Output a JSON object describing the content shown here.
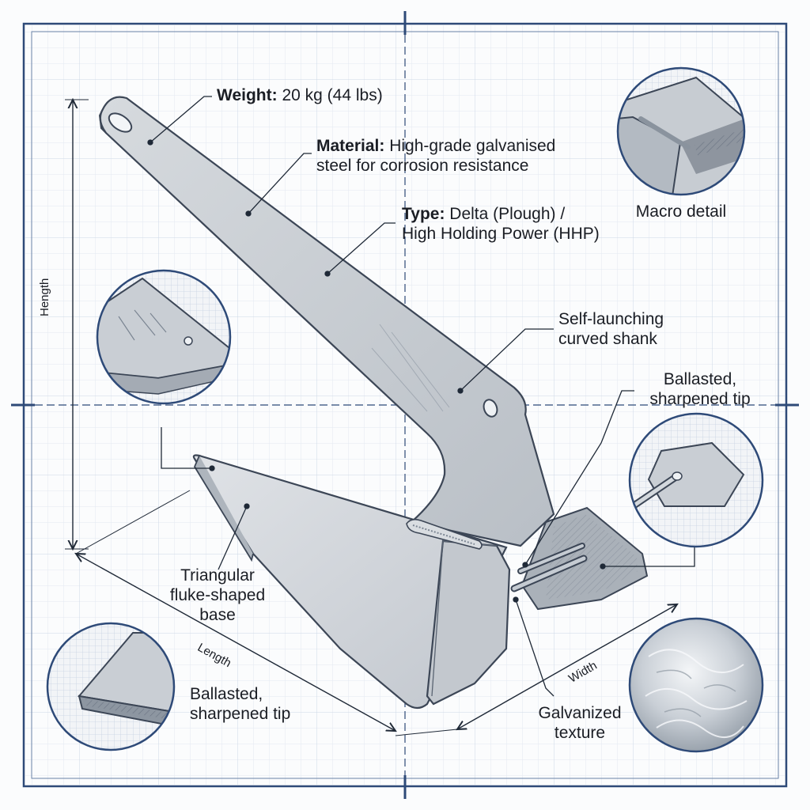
{
  "colors": {
    "frame": "#2e4a78",
    "grid_minor": "#dfe6ef",
    "grid_major": "#c5d2e2",
    "metal": "#c9ced4",
    "metal_dark": "#9ea6b0",
    "outline": "#3c4656",
    "leader": "#1f2937"
  },
  "icons": [
    "magnifier-inset-macro-detail",
    "magnifier-inset-shank-hole",
    "magnifier-inset-tip-ballast",
    "magnifier-inset-blade-edge",
    "magnifier-inset-galvanized-texture"
  ],
  "specs": {
    "weight": {
      "label": "Weight:",
      "value": "20 kg (44 lbs)"
    },
    "material": {
      "label": "Material:",
      "value_line1": "High-grade galvanised",
      "value_line2": "steel for corrosion resistance"
    },
    "type": {
      "label": "Type:",
      "value_line1": "Delta (Plough) /",
      "value_line2": "High Holding Power (HHP)"
    }
  },
  "callouts": {
    "macro_detail": "Macro detail",
    "shank_line1": "Self-launching",
    "shank_line2": "curved shank",
    "tip_right_line1": "Ballasted,",
    "tip_right_line2": "sharpened tip",
    "fluke_line1": "Triangular",
    "fluke_line2": "fluke-shaped",
    "fluke_line3": "base",
    "tip_left_line1": "Ballasted,",
    "tip_left_line2": "sharpened tip",
    "galv_line1": "Galvanized",
    "galv_line2": "texture"
  },
  "dimensions": {
    "height": "Hength",
    "length": "Length",
    "width": "Width"
  }
}
